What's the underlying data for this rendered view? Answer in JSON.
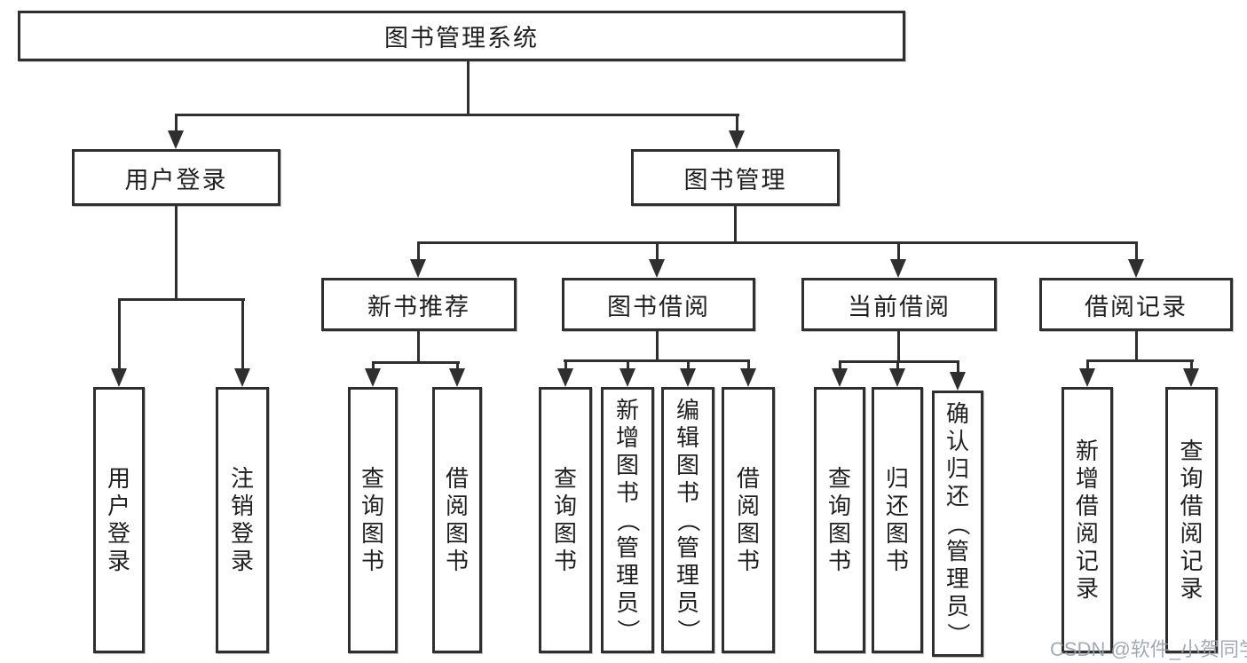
{
  "title": "图书管理系统",
  "nodes": {
    "root": {
      "label": "图书管理系统"
    },
    "user_login": {
      "label": "用户登录"
    },
    "book_mgmt": {
      "label": "图书管理"
    },
    "new_book_rec": {
      "label": "新书推荐"
    },
    "book_borrow": {
      "label": "图书借阅"
    },
    "current_borrow": {
      "label": "当前借阅"
    },
    "borrow_records": {
      "label": "借阅记录"
    },
    "ul_user_login": {
      "label": "用户登录"
    },
    "ul_logout": {
      "label": "注销登录"
    },
    "rec_query_books": {
      "label": "查询图书"
    },
    "rec_borrow_books": {
      "label": "借阅图书"
    },
    "bb_query_books": {
      "label": "查询图书"
    },
    "bb_add_books": {
      "label": "新增图书（管理员）"
    },
    "bb_edit_books": {
      "label": "编辑图书（管理员）"
    },
    "bb_borrow_books": {
      "label": "借阅图书"
    },
    "cb_query_books": {
      "label": "查询图书"
    },
    "cb_return_books": {
      "label": "归还图书"
    },
    "cb_confirm_return": {
      "label": "确认归还（管理员）"
    },
    "br_add_record": {
      "label": "新增借阅记录"
    },
    "br_query_record": {
      "label": "查询借阅记录"
    }
  },
  "watermark": {
    "text": "CSDN @软件_小贺同学"
  },
  "colors": {
    "line": "#2f2f2f",
    "text": "#1f1f1f",
    "watermark": "#9aa2a8",
    "background": "#ffffff"
  }
}
